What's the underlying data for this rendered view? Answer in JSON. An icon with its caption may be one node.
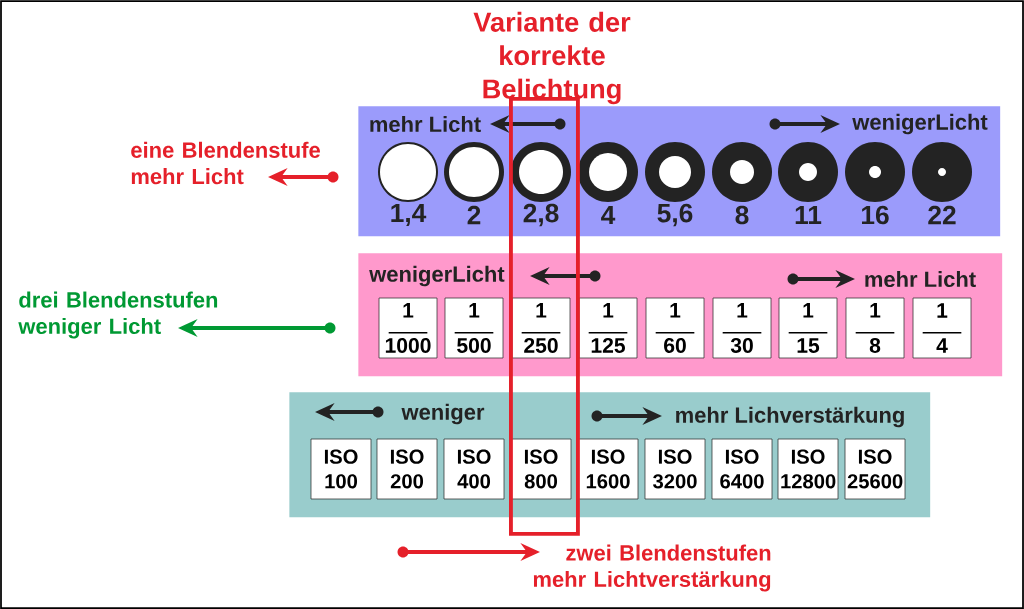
{
  "diagram": {
    "nodes": [
      {
        "text": [
          "Variante der korrekte Belichtung"
        ]
      },
      {
        "text": [
          "mehr Licht",
          "wenigerLicht"
        ]
      },
      {
        "text": [],
        "shape": "circle",
        "in": 1,
        "beside": [
          "1,4"
        ]
      },
      {
        "text": [],
        "shape": "circle",
        "in": 1,
        "beside": [
          "2"
        ]
      },
      {
        "text": [],
        "shape": "circle",
        "beside": [
          "2,8"
        ]
      },
      {
        "text": [],
        "shape": "circle",
        "in": 1,
        "beside": [
          "4"
        ]
      },
      {
        "text": [],
        "shape": "circle",
        "in": 1,
        "beside": [
          "5,6"
        ]
      },
      {
        "text": [],
        "shape": "circle",
        "in": 1,
        "beside": [
          "8"
        ]
      },
      {
        "text": [],
        "shape": "circle",
        "in": 1,
        "beside": [
          "11"
        ]
      },
      {
        "text": [],
        "shape": "circle",
        "in": 1,
        "beside": [
          "16"
        ]
      },
      {
        "text": [],
        "shape": "circle",
        "in": 1,
        "beside": [
          "22"
        ]
      },
      {
        "text": [
          "wenigerLicht",
          "mehr Licht"
        ]
      },
      {
        "text": [
          "1",
          "1000"
        ],
        "in": 11
      },
      {
        "text": [
          "1",
          "500"
        ],
        "in": 11
      },
      {
        "text": [
          "1",
          "250"
        ]
      },
      {
        "text": [
          "1",
          "125"
        ],
        "in": 11
      },
      {
        "text": [
          "1",
          "60"
        ],
        "in": 11
      },
      {
        "text": [
          "1",
          "30"
        ],
        "in": 11
      },
      {
        "text": [
          "1",
          "15"
        ],
        "in": 11
      },
      {
        "text": [
          "1",
          "8"
        ],
        "in": 11
      },
      {
        "text": [
          "1",
          "4"
        ],
        "in": 11
      },
      {
        "text": [
          "weniger",
          "mehr Lichverstärkung"
        ]
      },
      {
        "text": [
          "ISO 100"
        ],
        "in": 21
      },
      {
        "text": [
          "ISO 200"
        ],
        "in": 21
      },
      {
        "text": [
          "ISO 400"
        ],
        "in": 21
      },
      {
        "text": [
          "ISO 800"
        ]
      },
      {
        "text": [
          "ISO 1600"
        ],
        "in": 21
      },
      {
        "text": [
          "ISO 3200"
        ],
        "in": 21
      },
      {
        "text": [
          "ISO 6400"
        ],
        "in": 21
      },
      {
        "text": [
          "ISO 12800"
        ],
        "in": 21
      },
      {
        "text": [
          "ISO 25600"
        ],
        "in": 21
      }
    ],
    "labels": [
      "eine Blendenstufe mehr Licht",
      "drei Blendenstufen weniger Licht",
      "zwei Blendenstufen mehr Lichtverstärkung"
    ]
  }
}
